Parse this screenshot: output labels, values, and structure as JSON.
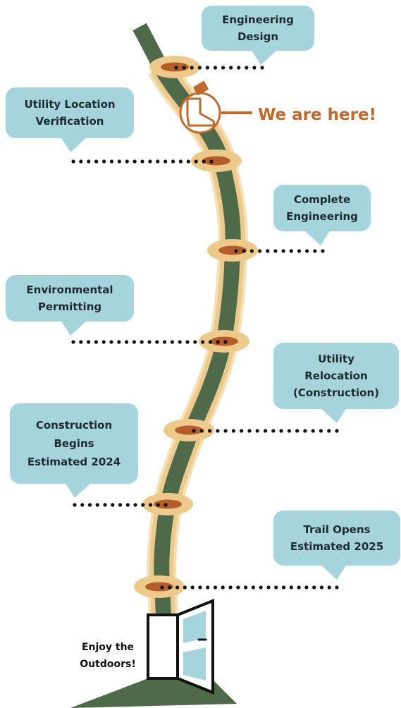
{
  "colors": {
    "trail": "#4e6a49",
    "trail_edge": "#ecca8e",
    "trail_edge_light": "#f5dfb5",
    "marker_outer": "#edca8c",
    "marker_inner": "#b45d2a",
    "bubble": "#a6d4dd",
    "accent": "#bd6a2e",
    "ground": "#4e6a49",
    "door_glass": "#a6d4dd"
  },
  "milestones": [
    {
      "lines": [
        "Engineering",
        "Design"
      ]
    },
    {
      "lines": [
        "Utility Location",
        "Verification"
      ]
    },
    {
      "lines": [
        "Complete",
        "Engineering"
      ]
    },
    {
      "lines": [
        "Environmental",
        "Permitting"
      ]
    },
    {
      "lines": [
        "Utility",
        "Relocation",
        "(Construction)"
      ]
    },
    {
      "lines": [
        "Construction",
        "Begins",
        "Estimated 2024"
      ]
    },
    {
      "lines": [
        "Trail Opens",
        "Estimated 2025"
      ]
    }
  ],
  "status": {
    "label": "We are here!",
    "icon": "boot-icon"
  },
  "finish": {
    "lines": [
      "Enjoy the",
      "Outdoors!"
    ],
    "icon": "open-door-icon"
  }
}
